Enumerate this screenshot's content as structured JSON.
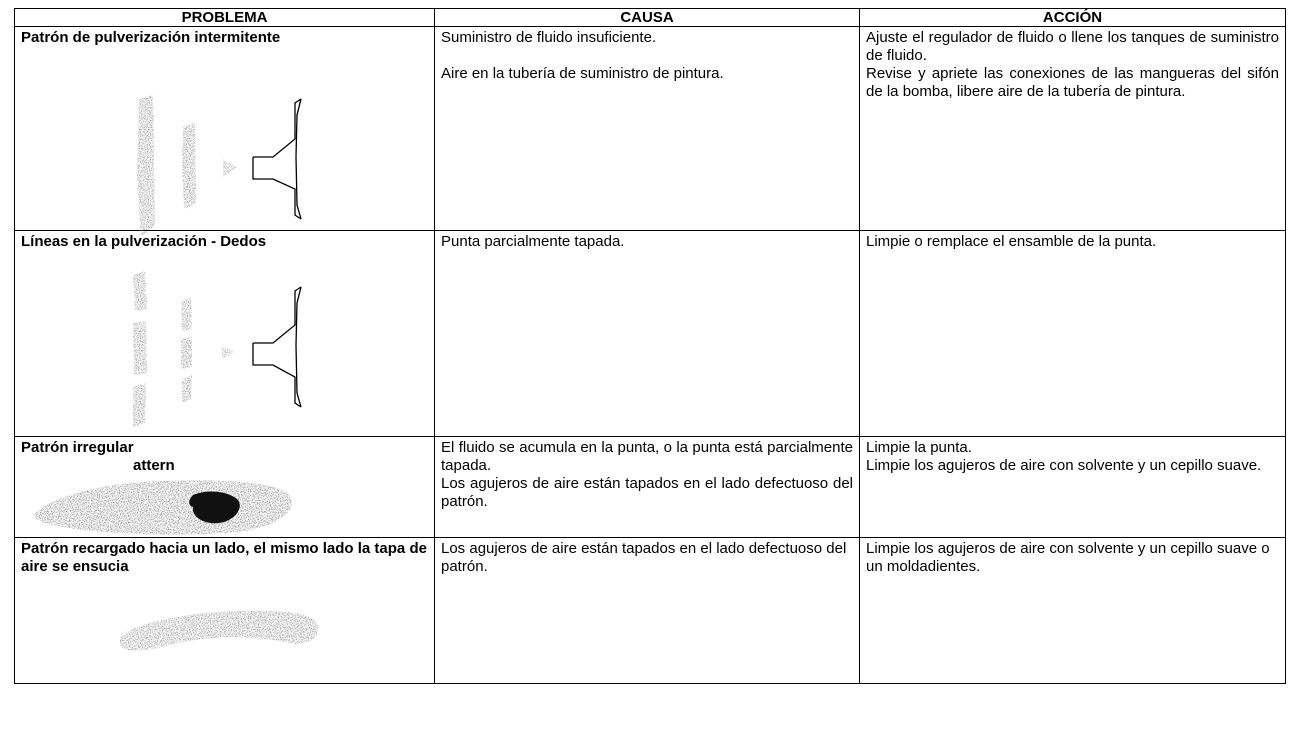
{
  "headers": {
    "problem": "PROBLEMA",
    "cause": "CAUSA",
    "action": "ACCIÓN"
  },
  "rows": [
    {
      "problem": "Patrón de pulverización intermitente",
      "cause_1": "Suministro de fluido insuficiente.",
      "cause_2": "Aire en la tubería de suministro de pintura.",
      "action_1": "Ajuste el regulador de fluido  o llene los tanques de suministro de fluido.",
      "action_2": "Revise y apriete las conexiones de las mangueras del sifón de la bomba, libere aire de la tubería de pintura."
    },
    {
      "problem": "Líneas en la pulverización - Dedos",
      "cause_1": "Punta parcialmente tapada.",
      "action_1": "Limpie o remplace el ensamble de la punta."
    },
    {
      "problem": "Patrón irregular",
      "problem_extra": "attern",
      "cause_1": "El fluido se acumula en la punta, o la punta está parcialmente tapada.",
      "cause_2": "Los agujeros de aire están tapados en el lado defectuoso del patrón.",
      "action_1": "Limpie la punta.",
      "action_2": "Limpie los agujeros de aire con solvente y un cepillo suave."
    },
    {
      "problem": "Patrón recargado hacia un lado, el mismo lado la tapa de aire se ensucia",
      "cause_1": "Los agujeros de aire están tapados en el lado defectuoso del patrón.",
      "action_1": "Limpie los agujeros de aire con solvente y un cepillo suave o un moldadientes."
    }
  ]
}
